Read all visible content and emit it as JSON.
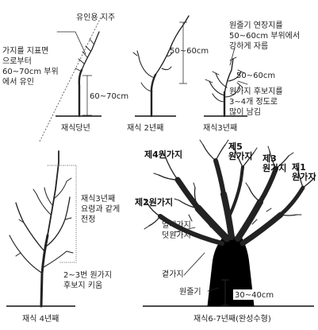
{
  "stages": {
    "s1": {
      "caption": "재식당년",
      "stake_label": "유인용 지주",
      "note": [
        "가지를 지표면",
        "으로부터",
        "60~70cm 부위",
        "에서 유인"
      ],
      "measure": "60~70cm"
    },
    "s2": {
      "caption": "재식 2년째",
      "measure": "50~60cm"
    },
    "s3": {
      "caption": "재식3년째",
      "note_top": [
        "원줄기 연장지를",
        "50~60cm 부위에서",
        "강하게 자름"
      ],
      "measure": "50~60cm",
      "note_bottom": [
        "원가지 후보지를",
        "3~4개 정도로",
        "많이 남김"
      ]
    },
    "s4": {
      "caption": "재식 4년째",
      "note_right": [
        "재식3년째",
        "요령과 같게",
        "전정"
      ],
      "note_bottom": [
        "2~3번 원가지",
        "후보지 키움"
      ]
    },
    "s5": {
      "caption": "재식6-7년째(완성수형)",
      "labels": {
        "b4": "제4원가지",
        "b5": [
          "제5",
          "원가지"
        ],
        "b3": [
          "제3",
          "원가지"
        ],
        "b1": [
          "제1",
          "원가지"
        ],
        "b2": "제2원가지",
        "cover": [
          "열매가지",
          "덧원가지"
        ],
        "side": "곁가지",
        "trunk": "원줄기"
      },
      "measure": "30~40cm"
    }
  }
}
